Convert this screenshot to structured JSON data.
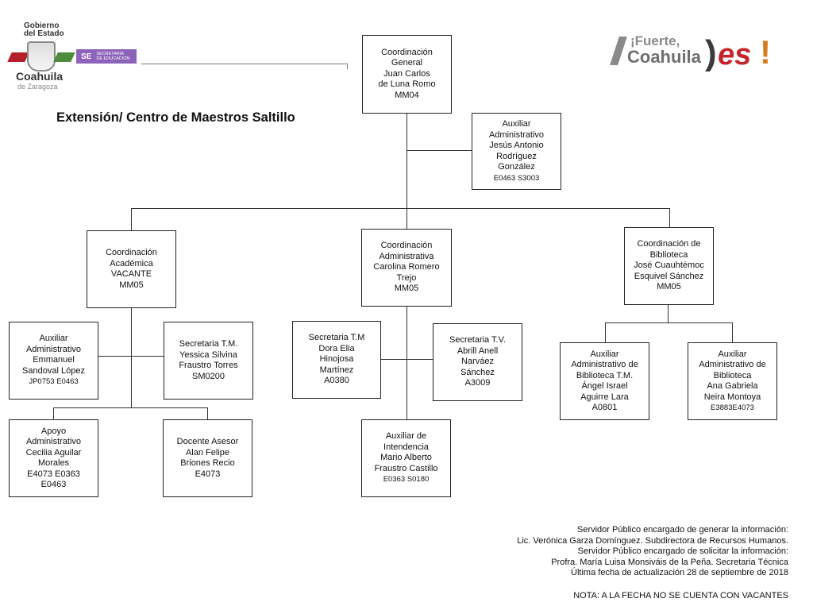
{
  "header": {
    "gov_logo": {
      "line1": "Gobierno",
      "line2": "del Estado",
      "state": "Coahuila",
      "sub": "de Zaragoza",
      "se_badge": "SE",
      "se_sub1": "SECRETARÍA",
      "se_sub2": "DE EDUCACIÓN"
    },
    "brand_logo": {
      "top": "¡Fuerte,",
      "main": "Coahuila",
      "es": "es",
      "bang": "!"
    },
    "title": "Extensión/ Centro de Maestros Saltillo"
  },
  "org": {
    "coordinacion_general": [
      "Coordinación",
      "General",
      "Juan Carlos",
      "de Luna Romo",
      "MM04"
    ],
    "aux_admin_general": [
      "Auxiliar",
      "Administrativo",
      "Jesús Antonio",
      "Rodríguez",
      "González",
      "E0463    S3003"
    ],
    "coord_academica": [
      "Coordinación",
      "Académica",
      "VACANTE",
      "MM05"
    ],
    "coord_administrativa": [
      "Coordinación",
      "Administrativa",
      "Carolina Romero",
      "Trejo",
      "MM05"
    ],
    "coord_biblioteca": [
      "Coordinación de",
      "Biblioteca",
      "José Cuauhtémoc",
      "Esquivel Sánchez",
      "MM05"
    ],
    "aux_admin_academica": [
      "Auxiliar",
      "Administrativo",
      "Emmanuel",
      "Sandoval López",
      "JP0753   E0463"
    ],
    "secretaria_tm_yessica": [
      "Secretaria  T.M.",
      "Yessica Silvina",
      "Fraustro Torres",
      "SM0200"
    ],
    "apoyo_admin": [
      "Apoyo",
      "Administrativo",
      "Cecilia Aguilar",
      "Morales",
      "E4073  E0363",
      "E0463"
    ],
    "docente_asesor": [
      "Docente Asesor",
      "Alan Felipe",
      "Briones Recio",
      "E4073"
    ],
    "secretaria_tm_dora": [
      "Secretaria T.M",
      "Dora Elia",
      "Hinojosa",
      "Martínez",
      "A0380"
    ],
    "secretaria_tv_abrill": [
      "Secretaria  T.V.",
      "Abrill Anell",
      "Narváez",
      "Sánchez",
      "A3009"
    ],
    "aux_intendencia": [
      "Auxiliar de",
      "Intendencia",
      "Mario Alberto",
      "Fraustro Castillo",
      "E0363  S0180"
    ],
    "aux_biblioteca_tm": [
      "Auxiliar",
      "Administrativo de",
      "Biblioteca  T.M.",
      "Ángel  Israel",
      "Aguirre Lara",
      "A0801"
    ],
    "aux_biblioteca_ana": [
      "Auxiliar",
      "Administrativo  de",
      "Biblioteca",
      "Ana Gabriela",
      "Neira Montoya",
      "E3883E4073"
    ]
  },
  "footer": {
    "line1": "Servidor Público encargado de generar la información:",
    "line2": "Lic. Verónica Garza Domínguez. Subdirectora de Recursos Humanos.",
    "line3": "Servidor Público encargado de solicitar la información:",
    "line4": "Profra. María Luisa Monsiváis de la Peña. Secretaria Técnica",
    "line5": "Última fecha de actualización 28 de septiembre de 2018",
    "nota": "NOTA: A LA FECHA NO SE CUENTA CON VACANTES"
  }
}
